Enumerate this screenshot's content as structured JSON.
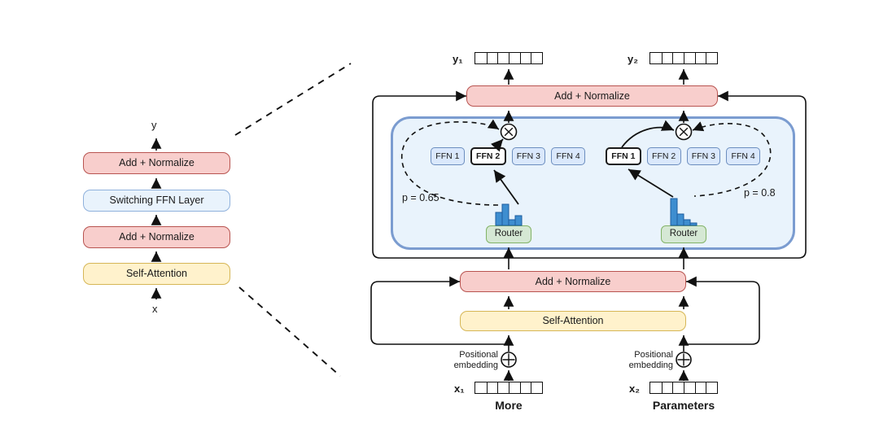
{
  "figure": {
    "description_label": "Switch Transformer encoder block diagram"
  },
  "colors": {
    "pink_fill": "#f8cecc",
    "pink_stroke": "#b85450",
    "yellow_fill": "#fff2cc",
    "yellow_stroke": "#d6b656",
    "ffn_fill": "#dae8fc",
    "ffn_stroke": "#6c8ebf",
    "container_fill": "#e9f3fc",
    "container_stroke": "#7b9cd0",
    "router_fill": "#d5e8d4",
    "router_stroke": "#82b366",
    "bar_fill": "#3e8ed0",
    "bar_stroke": "#1d5c9e",
    "line": "#111111"
  },
  "left_stack": {
    "output_label": "y",
    "input_label": "x",
    "boxes": [
      {
        "label": "Add + Normalize",
        "variant": "pink"
      },
      {
        "label": "Switching FFN Layer",
        "variant": "blue"
      },
      {
        "label": "Add + Normalize",
        "variant": "pink"
      },
      {
        "label": "Self-Attention",
        "variant": "yellow"
      }
    ]
  },
  "right": {
    "outputs": [
      {
        "label": "y₁"
      },
      {
        "label": "y₂"
      }
    ],
    "top_add_norm": "Add + Normalize",
    "mid_add_norm": "Add + Normalize",
    "self_attention": "Self-Attention",
    "expert_groups": [
      {
        "ffns": [
          {
            "label": "FFN 1",
            "selected": false
          },
          {
            "label": "FFN 2",
            "selected": true
          },
          {
            "label": "FFN 3",
            "selected": false
          },
          {
            "label": "FFN 4",
            "selected": false
          }
        ],
        "router_label": "Router",
        "p_label": "p = 0.65",
        "histogram": [
          16,
          26,
          7,
          12
        ]
      },
      {
        "ffns": [
          {
            "label": "FFN 1",
            "selected": true
          },
          {
            "label": "FFN 2",
            "selected": false
          },
          {
            "label": "FFN 3",
            "selected": false
          },
          {
            "label": "FFN 4",
            "selected": false
          }
        ],
        "router_label": "Router",
        "p_label": "p = 0.8",
        "histogram": [
          33,
          14,
          7,
          3
        ]
      }
    ],
    "pos_embedding_label": "Positional\nembedding",
    "inputs": [
      {
        "label": "x₁",
        "word": "More"
      },
      {
        "label": "x₂",
        "word": "Parameters"
      }
    ]
  }
}
